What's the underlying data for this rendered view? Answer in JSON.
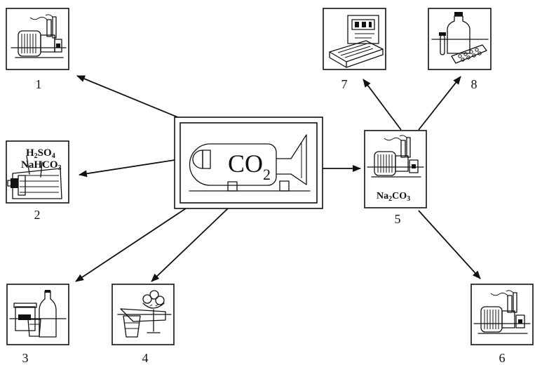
{
  "center": {
    "formula_main": "CO",
    "formula_sub": "2"
  },
  "items": [
    {
      "num": "1",
      "icon": "factory-machine-icon"
    },
    {
      "num": "2",
      "icon": "fire-extinguisher-icon",
      "line1_a": "H",
      "line1_sub": "2",
      "line1_b": "SO",
      "line1_sub2": "4",
      "line2_a": "NaHCO",
      "line2_sub": "3"
    },
    {
      "num": "3",
      "icon": "beverages-icon"
    },
    {
      "num": "4",
      "icon": "ice-cream-icon"
    },
    {
      "num": "5",
      "icon": "soda-plant-icon",
      "label_a": "Na",
      "label_sub": "2",
      "label_b": "CO",
      "label_sub2": "3"
    },
    {
      "num": "6",
      "icon": "factory-machine-icon"
    },
    {
      "num": "7",
      "icon": "detergent-box-icon"
    },
    {
      "num": "8",
      "icon": "medicine-icon"
    }
  ]
}
